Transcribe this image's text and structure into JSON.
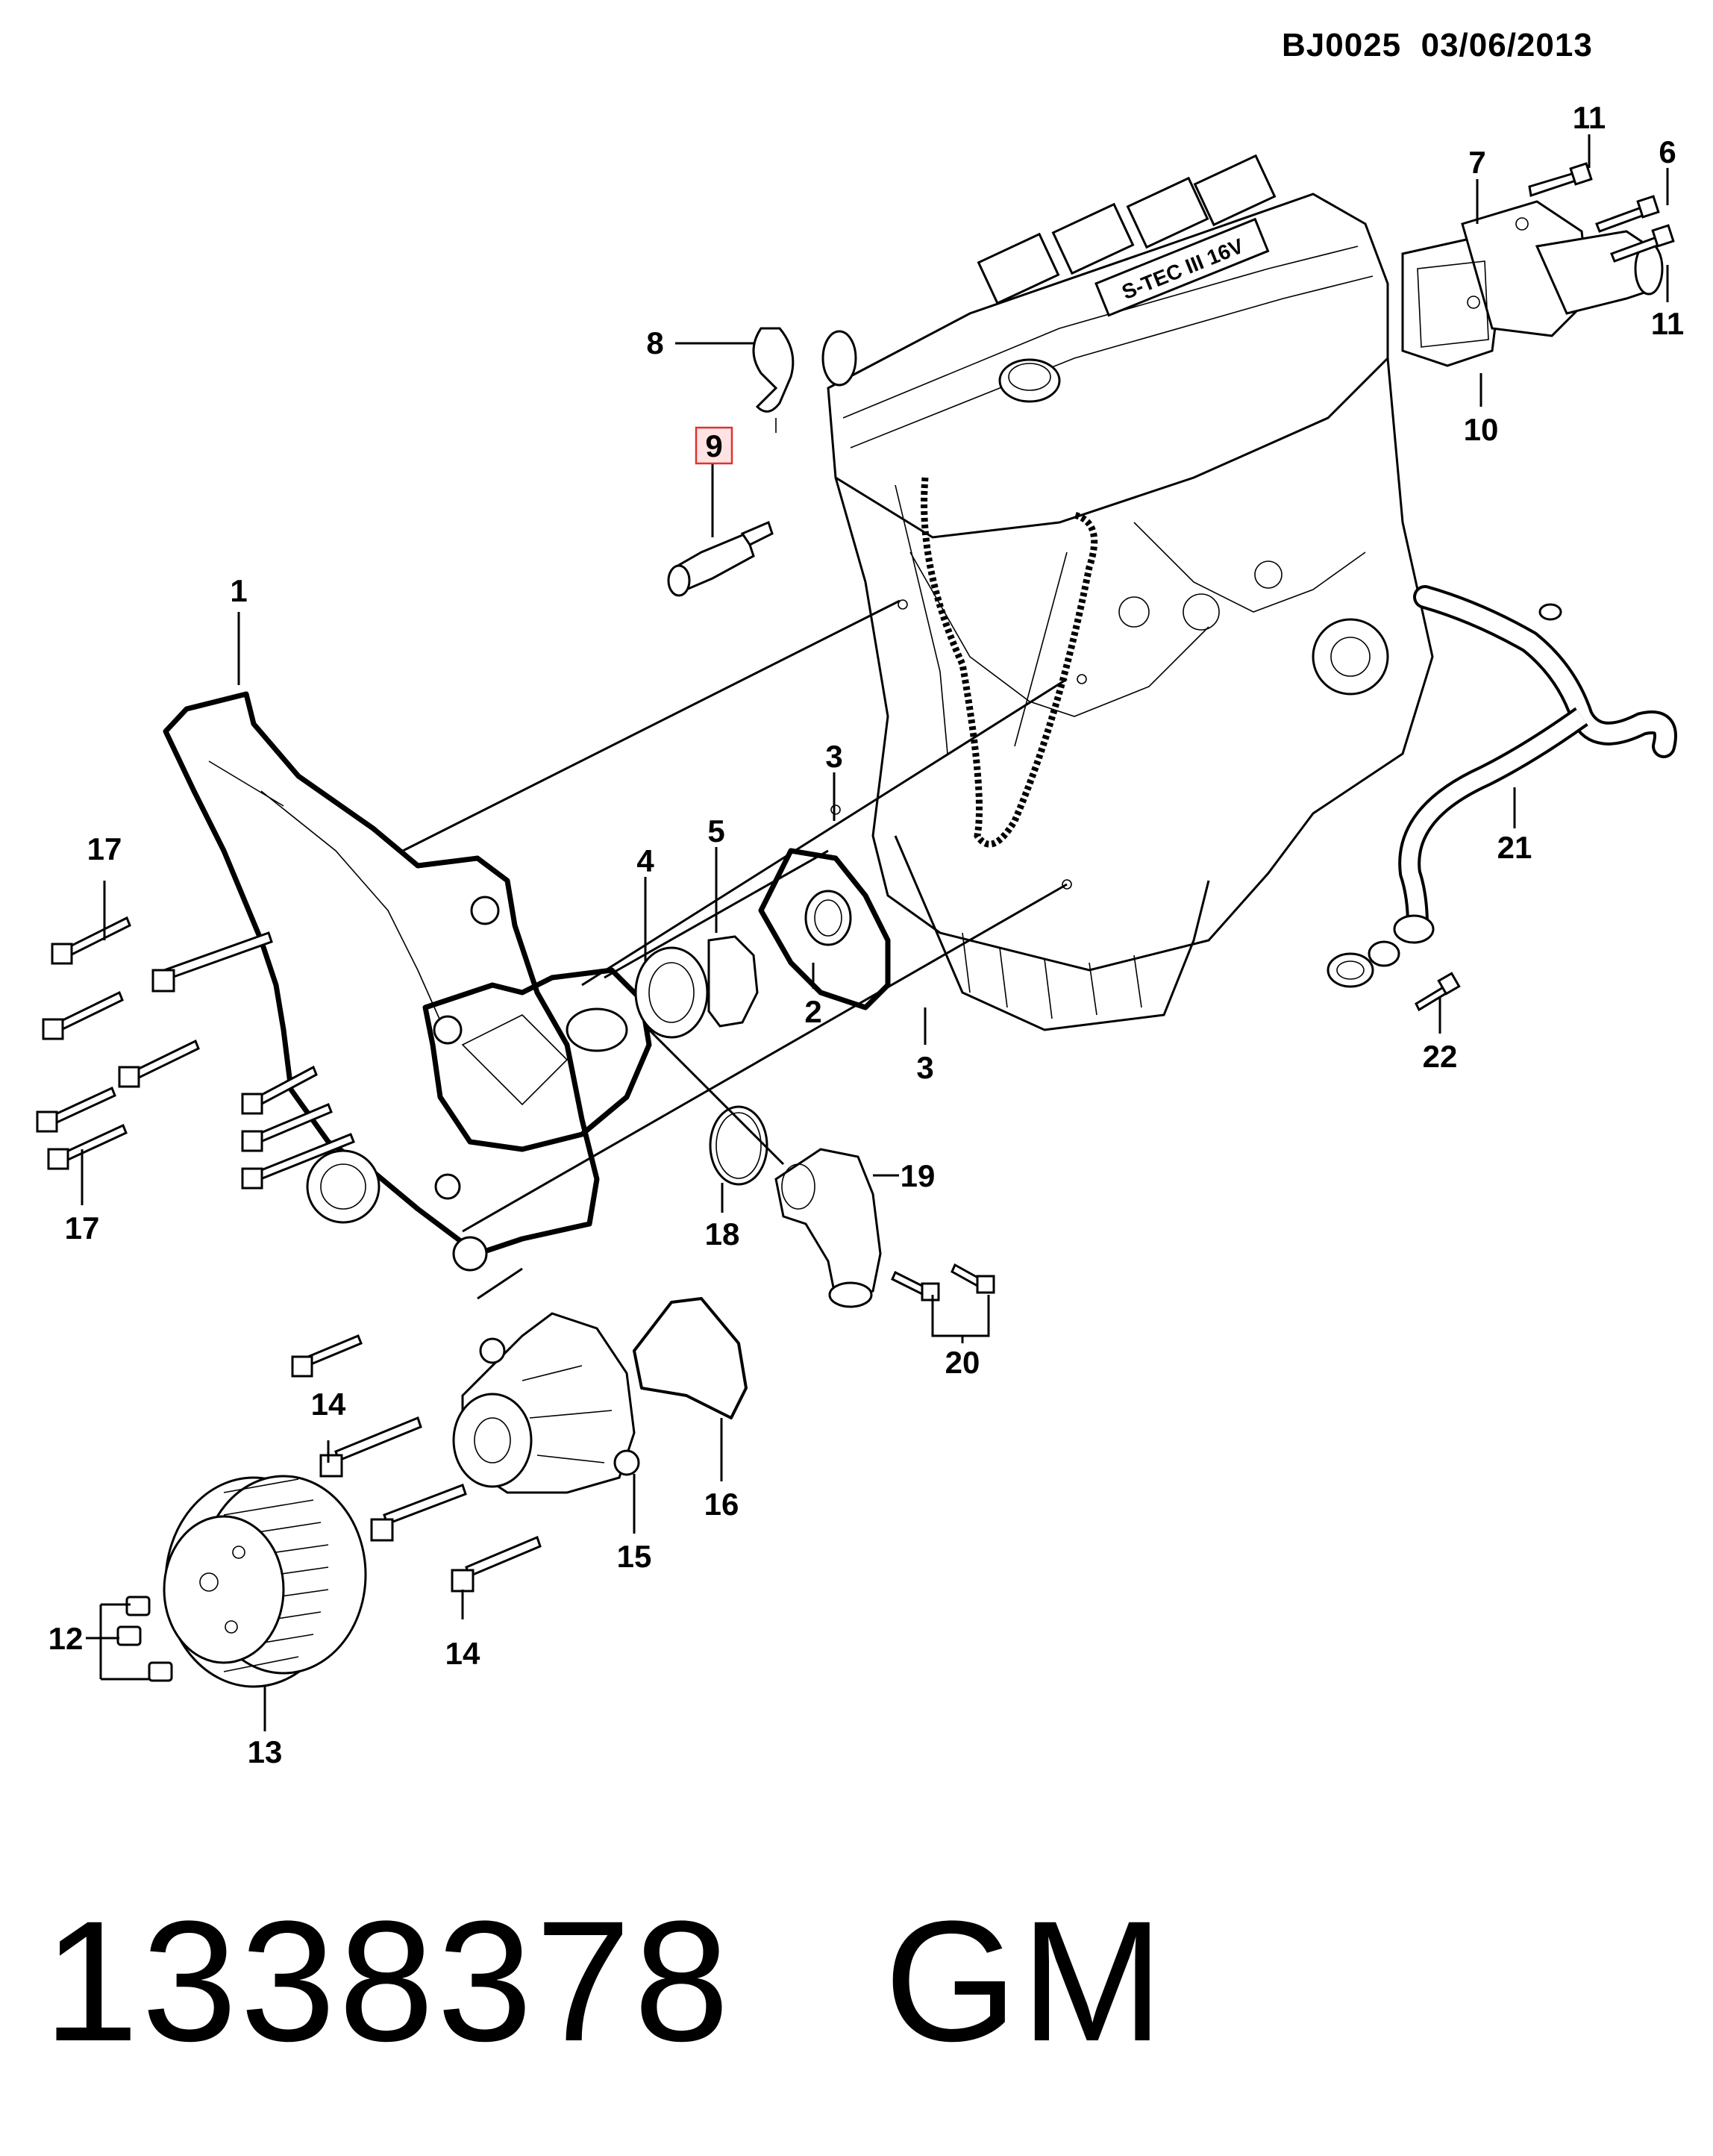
{
  "header": {
    "code": "BJ0025",
    "date": "03/06/2013"
  },
  "footer": {
    "part_number": "1338378",
    "brand": "GM"
  },
  "engine_badge": "S-TEC III 16V",
  "callouts": {
    "c1": "1",
    "c2": "2",
    "c3a": "3",
    "c3b": "3",
    "c4": "4",
    "c5": "5",
    "c6": "6",
    "c7": "7",
    "c8": "8",
    "c9": "9",
    "c10": "10",
    "c11a": "11",
    "c11b": "11",
    "c12": "12",
    "c13": "13",
    "c14a": "14",
    "c14b": "14",
    "c15": "15",
    "c16": "16",
    "c17a": "17",
    "c17b": "17",
    "c18": "18",
    "c19": "19",
    "c20": "20",
    "c21": "21",
    "c22": "22"
  },
  "highlighted_callout": "9",
  "highlight_color": "#d33333"
}
